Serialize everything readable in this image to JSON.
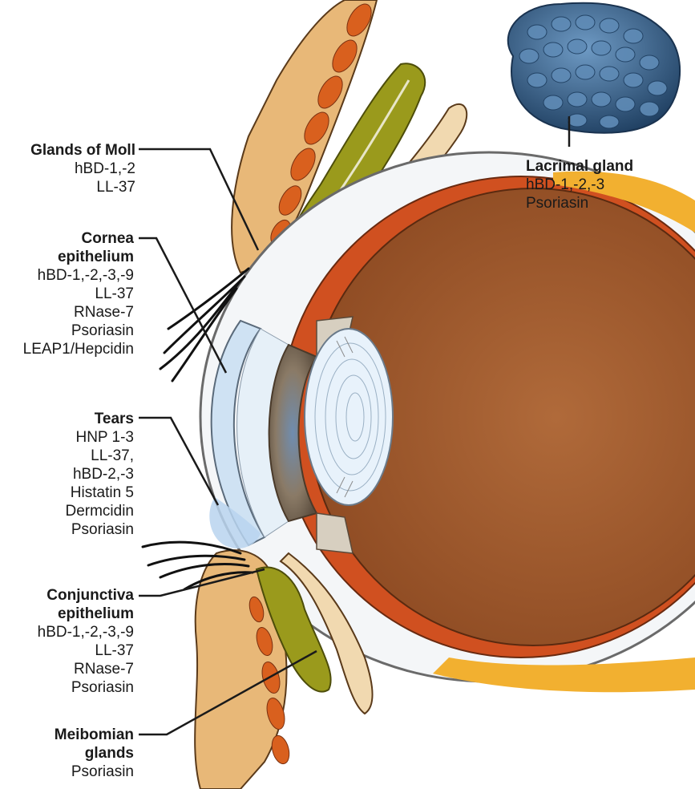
{
  "labels": {
    "glands_of_moll": {
      "title": "Glands of Moll",
      "items": [
        "hBD-1,-2",
        "LL-37"
      ]
    },
    "cornea_epithelium": {
      "title_lines": [
        "Cornea",
        "epithelium"
      ],
      "items": [
        "hBD-1,-2,-3,-9",
        "LL-37",
        "RNase-7",
        "Psoriasin",
        "LEAP1/Hepcidin"
      ]
    },
    "tears": {
      "title": "Tears",
      "items": [
        "HNP 1-3",
        "LL-37,",
        "hBD-2,-3",
        "Histatin 5",
        "Dermcidin",
        "Psoriasin"
      ]
    },
    "conjunctiva_epithelium": {
      "title_lines": [
        "Conjunctiva",
        "epithelium"
      ],
      "items": [
        "hBD-1,-2,-3,-9",
        "LL-37",
        "RNase-7",
        "Psoriasin"
      ]
    },
    "meibomian_glands": {
      "title_lines": [
        "Meibomian",
        "glands"
      ],
      "items": [
        "Psoriasin"
      ]
    },
    "lacrimal_gland": {
      "title": "Lacrimal gland",
      "items": [
        "hBD-1,-2,-3",
        "Psoriasin"
      ]
    }
  },
  "colors": {
    "skin": "#e8b878",
    "muscle": "#d9601e",
    "meibomian": "#9a9a1c",
    "sclera": "#d7dde2",
    "iris": "#8a7a66",
    "lens": "#e8f2fb",
    "vitreous": "#a45a2a",
    "choroid": "#d05020",
    "lacrimal": "#3f6a93",
    "tears": "#b9d4ee"
  }
}
